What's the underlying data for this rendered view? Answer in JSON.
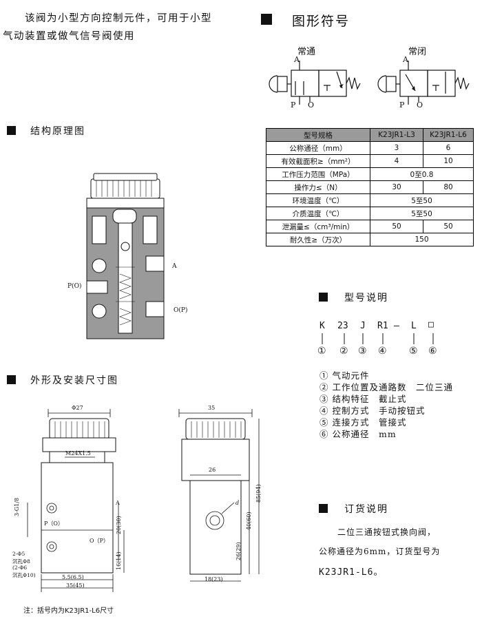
{
  "intro": {
    "line1": "该阀为小型方向控制元件，可用于小型",
    "line2": "气动装置或做气信号阀使用"
  },
  "symbols": {
    "title": "图形符号",
    "normally_open": "常通",
    "normally_closed": "常闭",
    "port_a": "A",
    "port_p": "P",
    "port_o": "O"
  },
  "structure": {
    "title": "结构原理图",
    "label_a": "A",
    "label_p": "P(O)",
    "label_o": "O(P)"
  },
  "spec_table": {
    "header": [
      "型号规格",
      "K23JR1-L3",
      "K23JR1-L6"
    ],
    "rows": [
      {
        "label": "公称通径（mm）",
        "v1": "3",
        "v2": "6"
      },
      {
        "label": "有效截面积≥（mm²）",
        "v1": "4",
        "v2": "10"
      },
      {
        "label": "工作压力范围（MPa）",
        "span": "0至0.8"
      },
      {
        "label": "操作力≤（N）",
        "v1": "30",
        "v2": "80"
      },
      {
        "label": "环境温度（℃）",
        "span": "5至50"
      },
      {
        "label": "介质温度（℃）",
        "span": "5至50"
      },
      {
        "label": "泄漏量≤（cm³/min）",
        "v1": "50",
        "v2": "50"
      },
      {
        "label": "耐久性≥（万次）",
        "span": "150"
      }
    ]
  },
  "model": {
    "title": "型号说明",
    "codes": [
      "K",
      "23",
      "J",
      "R1",
      "—",
      "L",
      "□"
    ],
    "circles": [
      "①",
      "②",
      "③",
      "④",
      "⑤",
      "⑥"
    ],
    "explanations": [
      "① 气动元件",
      "② 工作位置及通路数　二位三通",
      "③ 结构特征　截止式",
      "④ 控制方式　手动按钮式",
      "⑤ 连接方式　管接式",
      "⑥ 公称通径　mm"
    ]
  },
  "dimensions": {
    "title": "外形及安装尺寸图",
    "d27": "Φ27",
    "thread": "M24X1.5",
    "d35": "35",
    "d26": "26",
    "port_a": "A",
    "port_p": "P（O）",
    "port_o": "O（P）",
    "g18": "3-G1/8",
    "holes1": "2-Φ5",
    "holes2": "沉孔Φ8",
    "holes3": "(2-Φ6",
    "holes4": "沉孔Φ10)",
    "v20": "20(30)",
    "v16": "16(14)",
    "h55": "5.5(6.5)",
    "h35": "35(45)",
    "v40": "40(60)",
    "v85": "85(94)",
    "v26": "26(29)",
    "h18": "18(23)",
    "dl": "d"
  },
  "order": {
    "title": "订货说明",
    "line1": "二位三通按钮式换向阀，",
    "line2": "公称通径为6mm，订货型号为",
    "line3": "K23JR1-L6。"
  },
  "note": "注：括号内为K23JR1-L6尺寸"
}
